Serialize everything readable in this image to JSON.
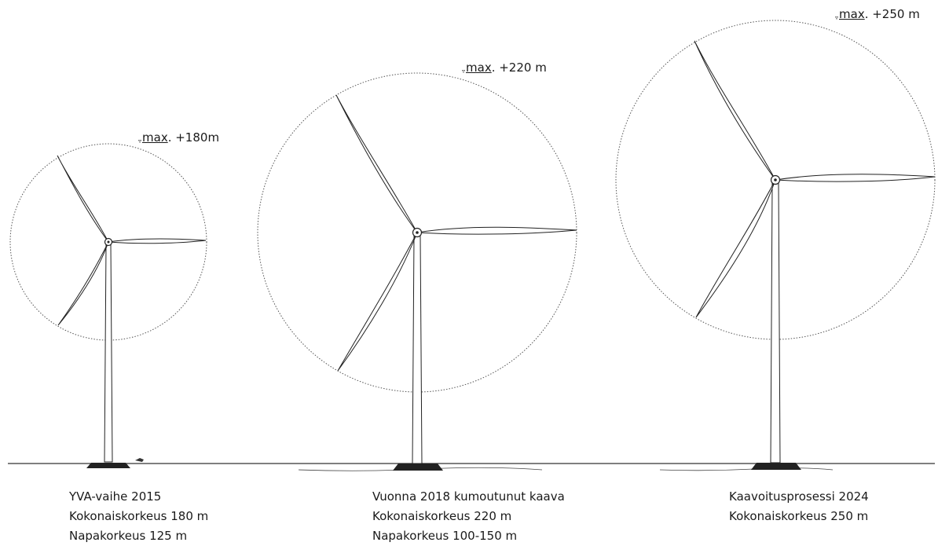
{
  "turbines": [
    {
      "height_label": {
        "prefix": "max",
        "value": ". +180m"
      },
      "caption": [
        "YVA-vaihe 2015",
        "Kokonaiskorkeus 180 m",
        "Napakorkeus 125 m"
      ]
    },
    {
      "height_label": {
        "prefix": "max",
        "value": ". +220 m"
      },
      "caption": [
        "Vuonna 2018 kumoutunut kaava",
        "Kokonaiskorkeus 220 m",
        "Napakorkeus 100-150 m"
      ]
    },
    {
      "height_label": {
        "prefix": "max",
        "value": ". +250 m"
      },
      "caption": [
        "Kaavoitusprosessi 2024",
        "Kokonaiskorkeus 250 m"
      ]
    }
  ],
  "colors": {
    "line": "#1a1a1a",
    "rotor_circle": "#555555",
    "background": "#ffffff"
  }
}
